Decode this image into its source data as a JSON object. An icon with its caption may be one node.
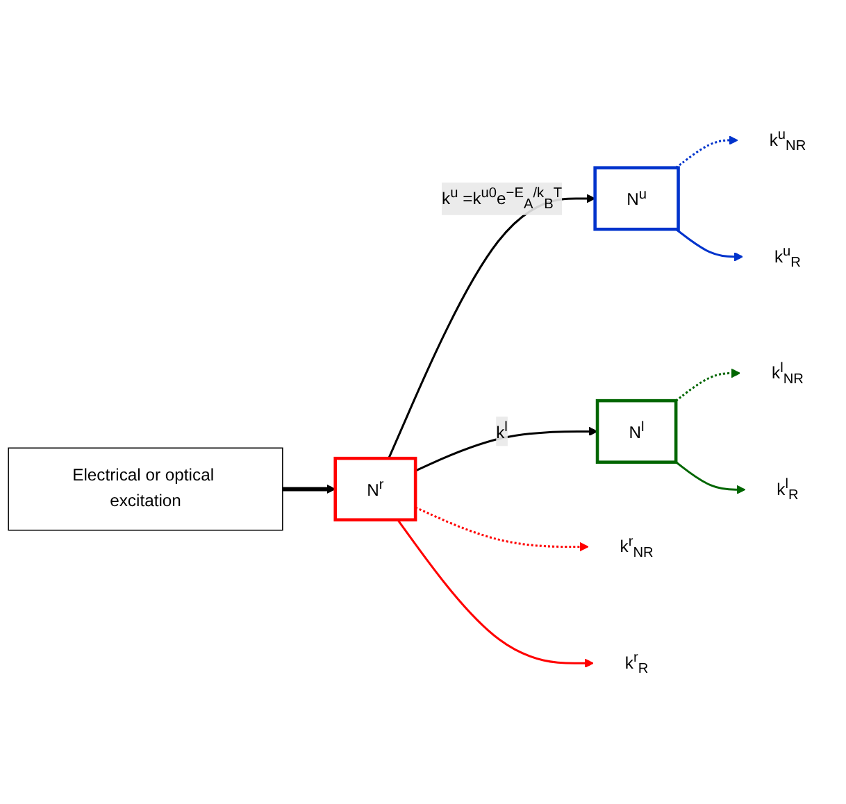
{
  "diagram": {
    "nodes": [
      {
        "text": [
          "Electrical or optical excitation"
        ]
      },
      {
        "text": [
          "N$^{r}$"
        ]
      },
      {
        "text": [
          "N$^{u}$"
        ]
      },
      {
        "text": [
          "N$^{l}$"
        ]
      },
      {
        "text": [
          "k$^{r}$$_{NR}$"
        ]
      },
      {
        "text": [
          "k$^{r}$$_{R}$"
        ]
      },
      {
        "text": [
          "k$^{u}$$_{NR}$"
        ]
      },
      {
        "text": [
          "k$^{u}$$_{R}$"
        ]
      },
      {
        "text": [
          "k$^{l}$$_{NR}$"
        ]
      },
      {
        "text": [
          "k$^{l}$$_{R}$"
        ]
      }
    ],
    "edges": [
      {
        "from": 0,
        "to": 1,
        "arrow": "to",
        "style": "thick"
      },
      {
        "from": 1,
        "to": 2,
        "arrow": "to",
        "label": "k$^{u}$ =k$^{u0}$e$^{−E}$$_{A}$$^{/k}$$_{B}$$^{T}$"
      },
      {
        "from": 1,
        "to": 4,
        "arrow": "to",
        "style": "dashed",
        "color": "#ff0000"
      },
      {
        "from": 1,
        "to": 5,
        "arrow": "to",
        "color": "#ff0000"
      },
      {
        "from": 1,
        "to": 3,
        "arrow": "to",
        "label": "k$^{l}$"
      },
      {
        "from": 2,
        "to": 6,
        "arrow": "to",
        "style": "dashed",
        "color": "#0033cc"
      },
      {
        "from": 2,
        "to": 7,
        "arrow": "to",
        "color": "#0033cc"
      },
      {
        "from": 3,
        "to": 8,
        "arrow": "to",
        "style": "dashed",
        "color": "#006600"
      },
      {
        "from": 3,
        "to": 9,
        "arrow": "to",
        "color": "#006600"
      }
    ]
  }
}
